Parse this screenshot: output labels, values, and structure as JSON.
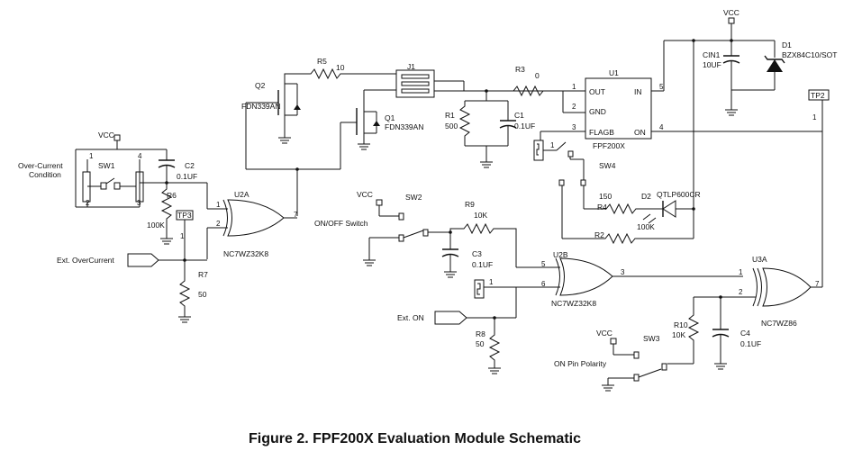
{
  "caption": "Figure 2. FPF200X Evaluation Module Schematic",
  "components": {
    "U1": {
      "ref": "U1",
      "part": "FPF200X",
      "pins": {
        "out": "OUT",
        "in": "IN",
        "gnd": "GND",
        "flagb": "FLAGB",
        "on": "ON"
      },
      "pin_numbers": {
        "out": "1",
        "in": "5",
        "gnd": "2",
        "flagb": "3",
        "on": "4"
      }
    },
    "Q1": {
      "ref": "Q1",
      "part": "FDN339AN"
    },
    "Q2": {
      "ref": "Q2",
      "part": "FDN339AN"
    },
    "R1": {
      "ref": "R1",
      "value": "500"
    },
    "R2": {
      "ref": "R2",
      "value": "100K"
    },
    "R3": {
      "ref": "R3",
      "value": "0"
    },
    "R4": {
      "ref": "R4",
      "value": "150"
    },
    "R5": {
      "ref": "R5",
      "value": "10"
    },
    "R6": {
      "ref": "R6",
      "value": "100K"
    },
    "R7": {
      "ref": "R7",
      "value": "50"
    },
    "R8": {
      "ref": "R8",
      "value": "50"
    },
    "R9": {
      "ref": "R9",
      "value": "10K"
    },
    "R10": {
      "ref": "R10",
      "value": "10K"
    },
    "C1": {
      "ref": "C1",
      "value": "0.1UF"
    },
    "C2": {
      "ref": "C2",
      "value": "0.1UF"
    },
    "C3": {
      "ref": "C3",
      "value": "0.1UF"
    },
    "C4": {
      "ref": "C4",
      "value": "0.1UF"
    },
    "CIN1": {
      "ref": "CIN1",
      "value": "10UF"
    },
    "D1": {
      "ref": "D1",
      "part": "BZX84C10/SOT"
    },
    "D2": {
      "ref": "D2",
      "part": "QTLP600CR"
    },
    "U2A": {
      "ref": "U2A",
      "part": "NC7WZ32K8"
    },
    "U2B": {
      "ref": "U2B",
      "part": "NC7WZ32K8"
    },
    "U3A": {
      "ref": "U3A",
      "part": "NC7WZ86"
    },
    "J1": {
      "ref": "J1"
    },
    "SW1": {
      "ref": "SW1"
    },
    "SW2": {
      "ref": "SW2"
    },
    "SW3": {
      "ref": "SW3"
    },
    "SW4": {
      "ref": "SW4"
    },
    "TP1": {
      "ref": "TP2"
    },
    "TP3": {
      "ref": "TP3"
    }
  },
  "labels": {
    "vcc": "VCC",
    "over_current": [
      "Over-Current",
      "Condition"
    ],
    "ext_overcurrent": "Ext. OverCurrent",
    "onoff_switch": "ON/OFF Switch",
    "ext_on": "Ext. ON",
    "on_pin_polarity": "ON Pin Polarity"
  },
  "pin_labels": [
    "1",
    "2",
    "3",
    "4",
    "5",
    "6",
    "7"
  ]
}
